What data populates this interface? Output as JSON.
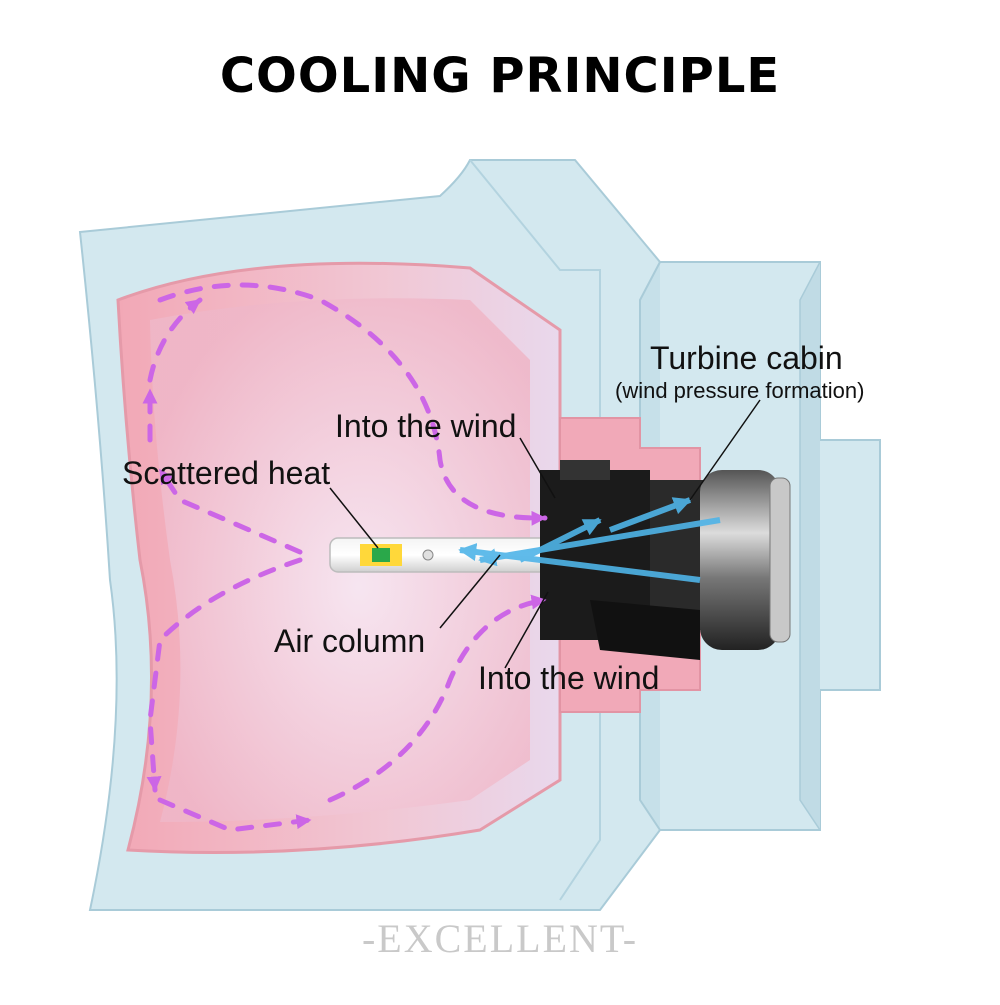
{
  "title": "COOLING PRINCIPLE",
  "labels": {
    "turbine_cabin": "Turbine cabin",
    "wind_pressure": "(wind pressure formation)",
    "into_wind_top": "Into the wind",
    "scattered_heat": "Scattered heat",
    "air_column": "Air column",
    "into_wind_bottom": "Into the wind"
  },
  "watermark": "-EXCELLENT-",
  "colors": {
    "housing": "#cfe6ee",
    "reflector": "#eeb3c2",
    "arrow": "#cc66e6",
    "airflow": "#4fb4e8",
    "bulb_base": "#1b1b1b"
  }
}
